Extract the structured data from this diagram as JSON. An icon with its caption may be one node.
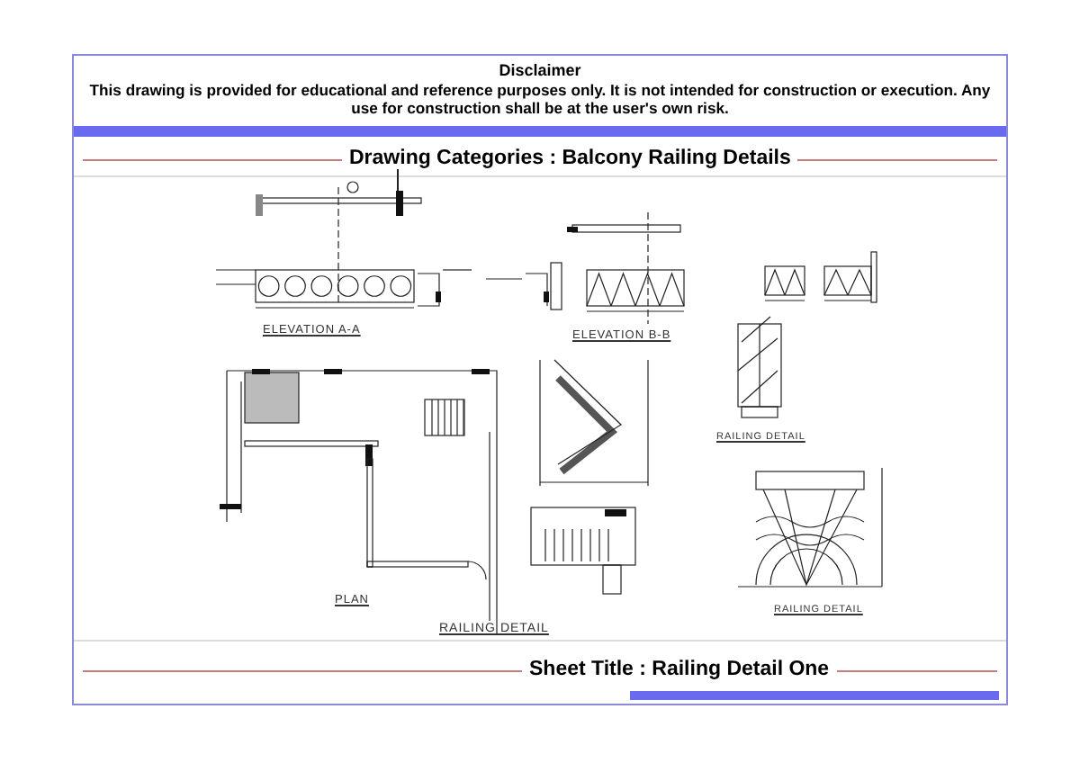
{
  "diagram": {
    "title": "Drawing Categories : Balcony Railing Details",
    "caption": "Sheet Title : Railing Detail One",
    "labels": [
      "Disclaimer",
      "This drawing is provided for educational and reference purposes only. It is not intended for construction or execution. Any use for construction shall be at the user's own risk.",
      "ELEVATION A-A",
      "ELEVATION B-B",
      "RAILING DETAIL",
      "PLAN",
      "RAILING DETAIL",
      "RAILING DETAIL"
    ]
  }
}
